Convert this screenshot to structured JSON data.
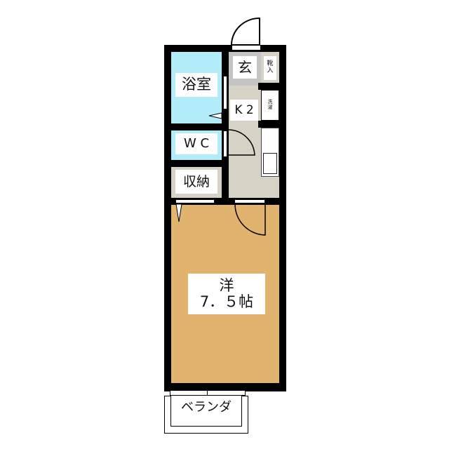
{
  "floorplan": {
    "colors": {
      "wall": "#000000",
      "bath": "#b3ecf9",
      "western_room": "#e0b46e",
      "kitchen": "#d6d3c6",
      "genkan": "#c4c4c4",
      "storage": "#d6d3c6"
    },
    "rooms": {
      "genkan": "玄",
      "shoe_box": [
        "靴",
        "入"
      ],
      "bath": "浴室",
      "kitchen": "K 2",
      "laundry": [
        "洗",
        "濯"
      ],
      "toilet": "W C",
      "storage": "収納",
      "western_room_type": "洋",
      "western_room_size": "7．５帖",
      "balcony": "ベランダ"
    }
  }
}
